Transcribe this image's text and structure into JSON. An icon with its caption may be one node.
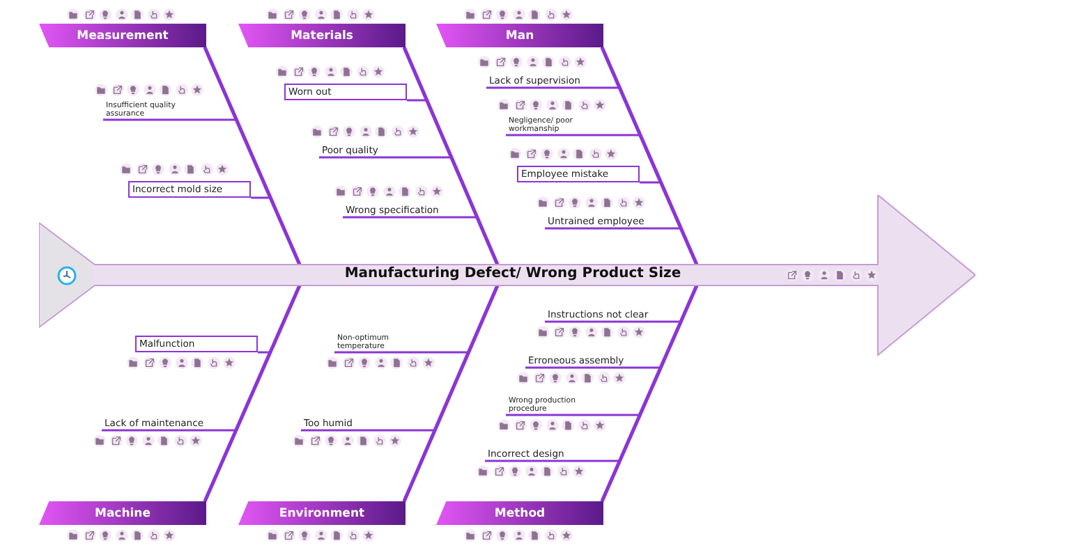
{
  "diagram": {
    "nodes": [
      {
        "text": [
          "Manufacturing Defect/ Wrong Product Size"
        ]
      },
      {
        "text": [
          "Measurement"
        ]
      },
      {
        "text": [
          "Materials"
        ]
      },
      {
        "text": [
          "Man"
        ]
      },
      {
        "text": [
          "Machine"
        ]
      },
      {
        "text": [
          "Environment"
        ]
      },
      {
        "text": [
          "Method"
        ]
      },
      {
        "text": [
          "Insufficient quality assurance"
        ]
      },
      {
        "text": [
          "Incorrect mold size"
        ]
      },
      {
        "text": [
          "Worn out"
        ]
      },
      {
        "text": [
          "Poor quality"
        ]
      },
      {
        "text": [
          "Wrong specification"
        ]
      },
      {
        "text": [
          "Lack of supervision"
        ]
      },
      {
        "text": [
          "Negligence/ poor workmanship"
        ]
      },
      {
        "text": [
          "Employee mistake"
        ]
      },
      {
        "text": [
          "Untrained employee"
        ]
      },
      {
        "text": [
          "Malfunction"
        ]
      },
      {
        "text": [
          "Lack of maintenance"
        ]
      },
      {
        "text": [
          "Non-optimum temperature"
        ]
      },
      {
        "text": [
          "Too humid"
        ]
      },
      {
        "text": [
          "Instructions not clear"
        ]
      },
      {
        "text": [
          "Erroneous assembly"
        ]
      },
      {
        "text": [
          "Wrong production procedure"
        ]
      },
      {
        "text": [
          "Incorrect design"
        ]
      }
    ],
    "edges": [
      {
        "from": 1,
        "to": 0,
        "arrow": "none"
      },
      {
        "from": 2,
        "to": 0,
        "arrow": "none"
      },
      {
        "from": 3,
        "to": 0,
        "arrow": "none"
      },
      {
        "from": 4,
        "to": 0,
        "arrow": "none"
      },
      {
        "from": 5,
        "to": 0,
        "arrow": "none"
      },
      {
        "from": 6,
        "to": 0,
        "arrow": "none"
      },
      {
        "from": 7,
        "to": 1,
        "arrow": "none"
      },
      {
        "from": 8,
        "to": 1,
        "arrow": "none"
      },
      {
        "from": 9,
        "to": 2,
        "arrow": "none"
      },
      {
        "from": 10,
        "to": 2,
        "arrow": "none"
      },
      {
        "from": 11,
        "to": 2,
        "arrow": "none"
      },
      {
        "from": 12,
        "to": 3,
        "arrow": "none"
      },
      {
        "from": 13,
        "to": 3,
        "arrow": "none"
      },
      {
        "from": 14,
        "to": 3,
        "arrow": "none"
      },
      {
        "from": 15,
        "to": 3,
        "arrow": "none"
      },
      {
        "from": 16,
        "to": 4,
        "arrow": "none"
      },
      {
        "from": 17,
        "to": 4,
        "arrow": "none"
      },
      {
        "from": 18,
        "to": 5,
        "arrow": "none"
      },
      {
        "from": 19,
        "to": 5,
        "arrow": "none"
      },
      {
        "from": 20,
        "to": 6,
        "arrow": "none"
      },
      {
        "from": 21,
        "to": 6,
        "arrow": "none"
      },
      {
        "from": 22,
        "to": 6,
        "arrow": "none"
      },
      {
        "from": 23,
        "to": 6,
        "arrow": "none"
      }
    ]
  }
}
